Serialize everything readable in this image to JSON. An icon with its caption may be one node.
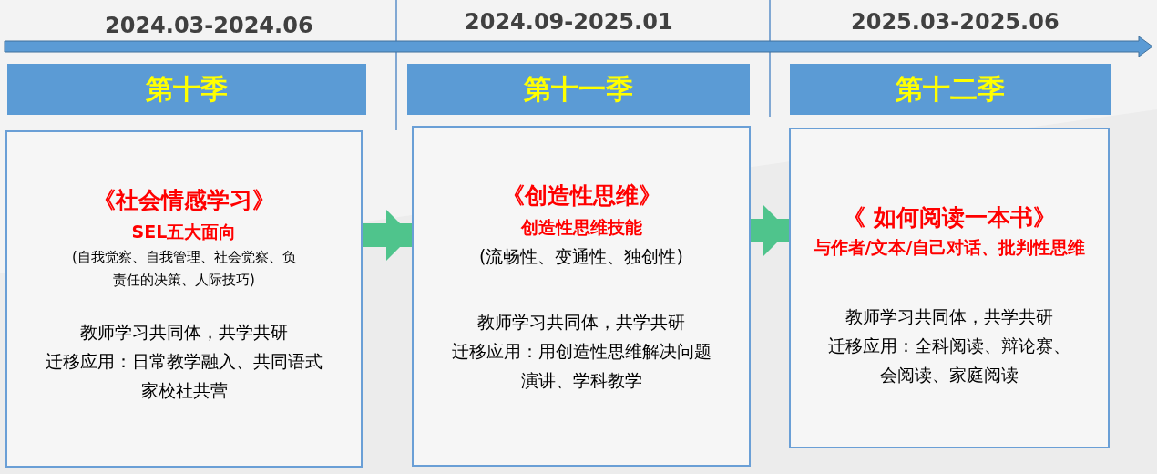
{
  "diagram": {
    "nodes": [
      {
        "text": [
          "第十季"
        ]
      },
      {
        "text": [
          "第十一季"
        ]
      },
      {
        "text": [
          "第十二季"
        ]
      },
      {
        "text": [
          "《社会情感学习》",
          "SEL五大面向",
          "(自我觉察、自我管理、社会觉察、负责任的决策、人际技巧)",
          "教师学习共同体，共学共研",
          "迁移应用：日常教学融入、共同语式",
          "家校社共营"
        ]
      },
      {
        "text": [
          "《创造性思维》",
          "创造性思维技能",
          "(流畅性、变通性、独创性)",
          "教师学习共同体，共学共研",
          "迁移应用：用创造性思维解决问题",
          "演讲、学科教学"
        ]
      },
      {
        "text": [
          "《 如何阅读一本书》",
          "与作者/文本/自己对话、批判性思维",
          "教师学习共同体，共学共研",
          "迁移应用：全科阅读、辩论赛、",
          "会阅读、家庭阅读"
        ]
      }
    ],
    "edges": [
      {
        "from": 3,
        "to": 4,
        "arrow": "to"
      },
      {
        "from": 4,
        "to": 5,
        "arrow": "to"
      }
    ],
    "labels": [
      "2024.03-2024.06",
      "2024.09-2025.01",
      "2025.03-2025.06"
    ]
  }
}
